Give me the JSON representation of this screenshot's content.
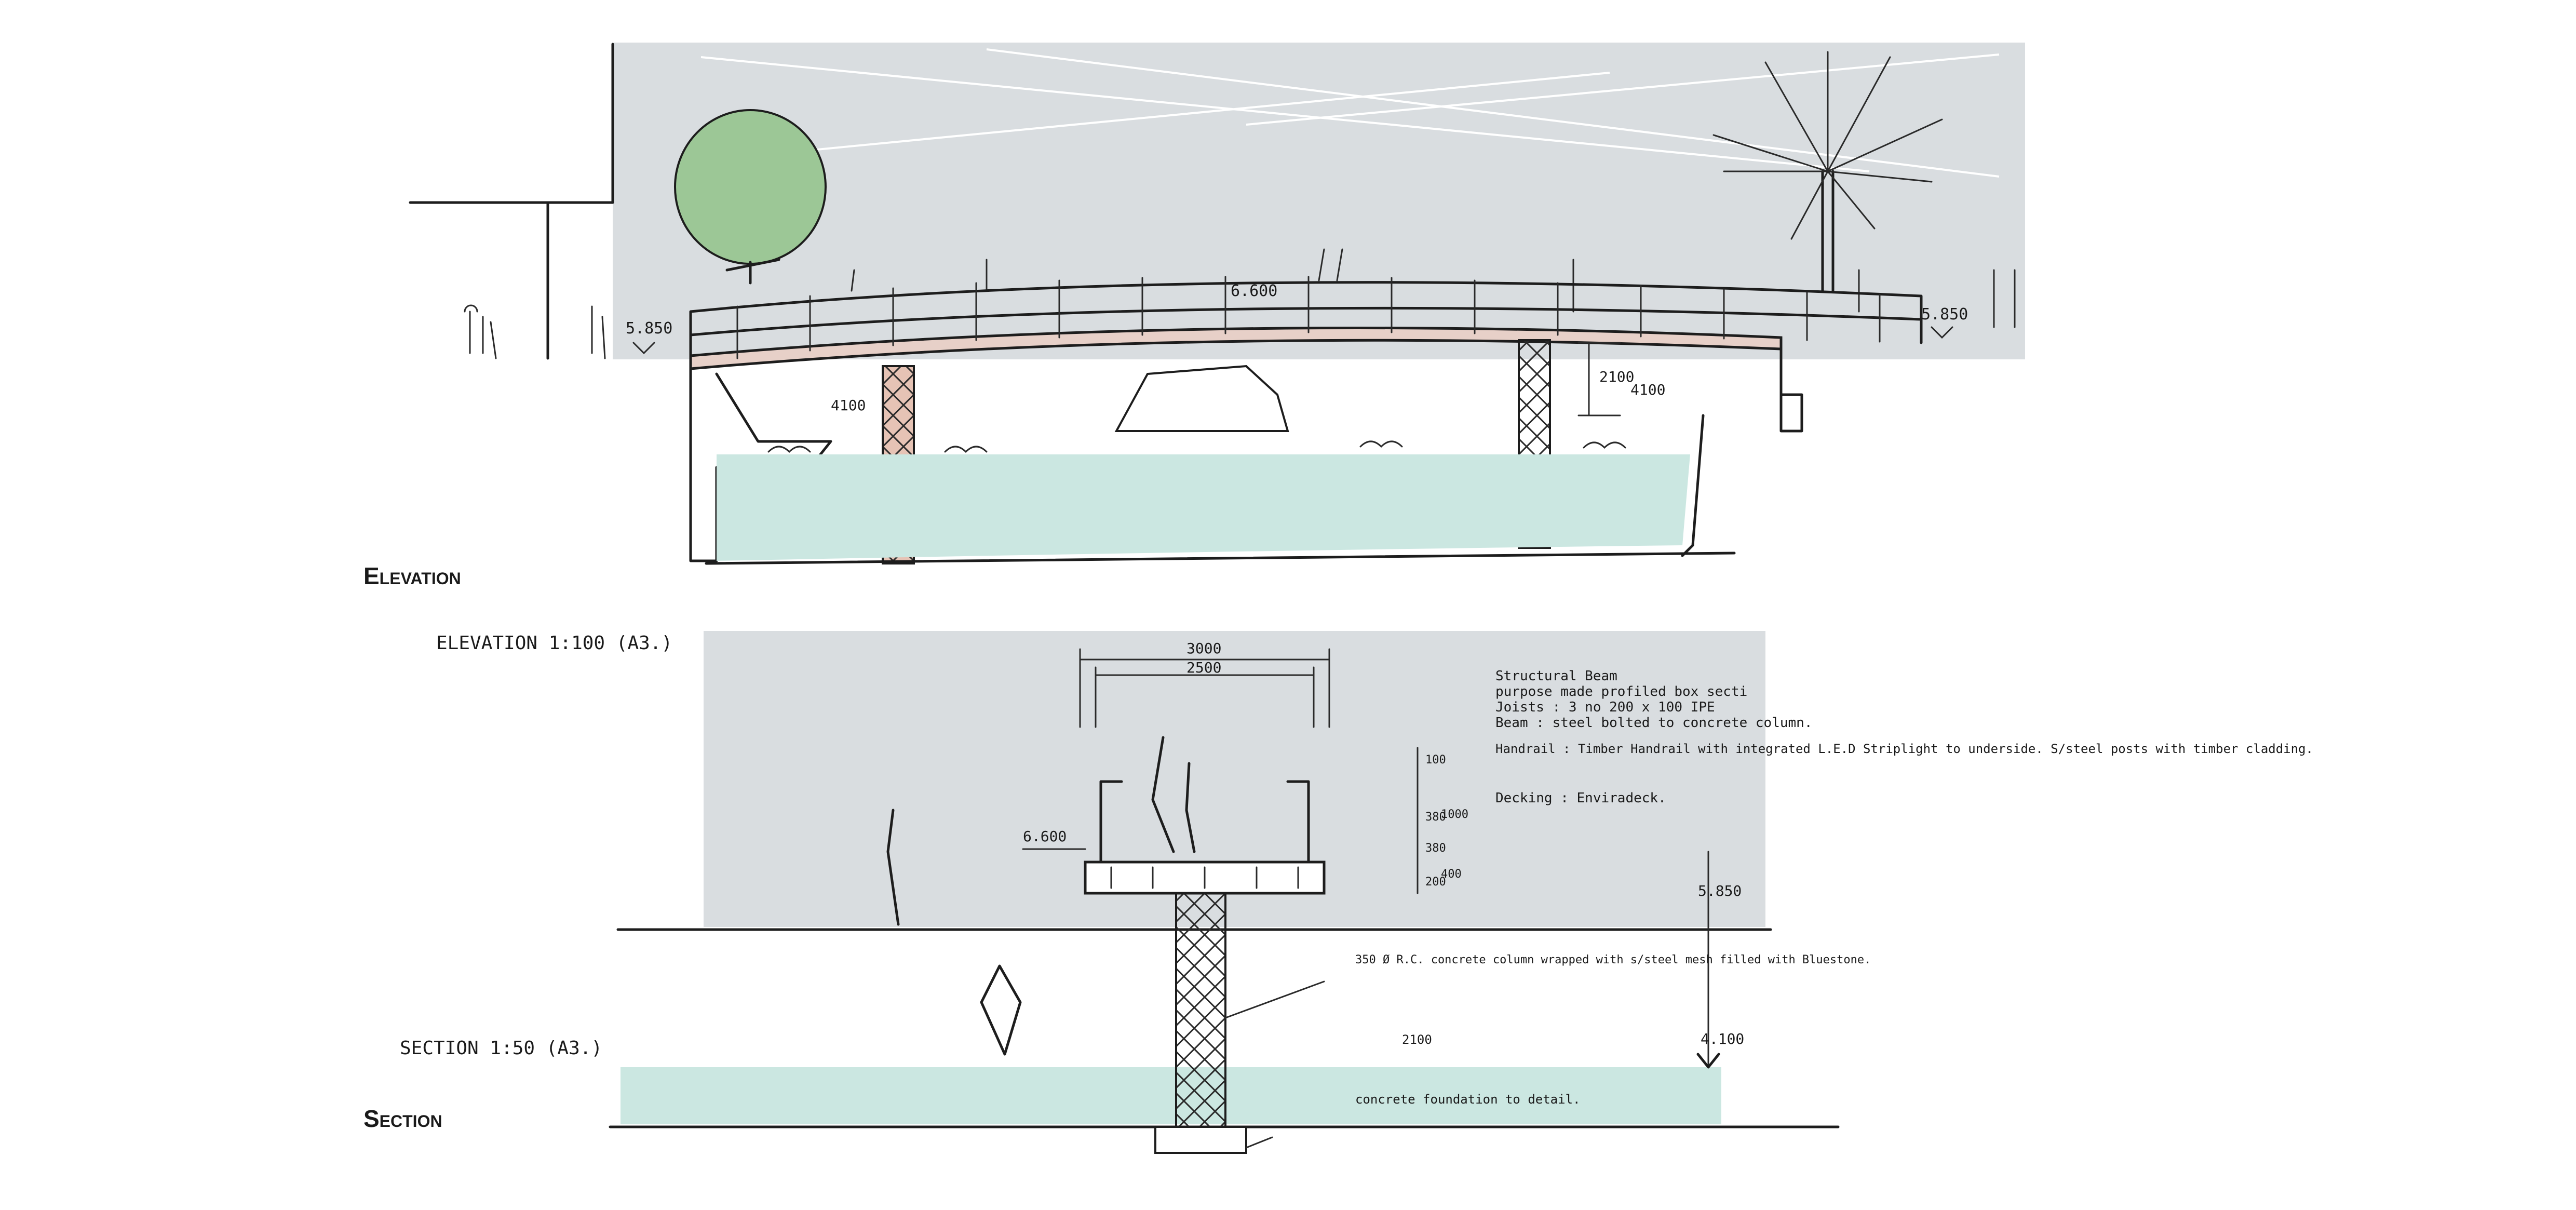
{
  "views": {
    "elevation": {
      "heading": "Elevation",
      "scale_note": "ELEVATION 1:100 (A3.)",
      "levels": {
        "left": "5.850",
        "right": "5.850",
        "deck": "6.600",
        "water_left": "4100",
        "water_right": "4100",
        "clearance": "2100"
      }
    },
    "section": {
      "heading": "Section",
      "scale_note": "SECTION 1:50 (A3.)",
      "width_outer": "3000",
      "width_inner": "2500",
      "deck_level": "6.600",
      "bank_level": "5.850",
      "water_level": "4.100",
      "handrail_dims": [
        "100",
        "380",
        "1000",
        "380",
        "400",
        "200"
      ],
      "column_depth": "2100",
      "notes": [
        "Structural Beam",
        "purpose made profiled box secti",
        "Joists : 3 no 200 x 100 IPE",
        "Beam : steel bolted to concrete column.",
        "Handrail : Timber Handrail with integrated L.E.D Striplight to underside. S/steel posts with timber cladding.",
        "Decking : Enviradeck."
      ],
      "column_note": "350 Ø R.C. concrete column wrapped with s/steel mesh filled with Bluestone.",
      "foundation_note": "concrete foundation to detail."
    }
  },
  "colors": {
    "sky": "#d9dde0",
    "water": "#cbe7e1",
    "tree": "#9cc796",
    "deck": "#e7d0c8",
    "pier": "#e2b9a8"
  }
}
